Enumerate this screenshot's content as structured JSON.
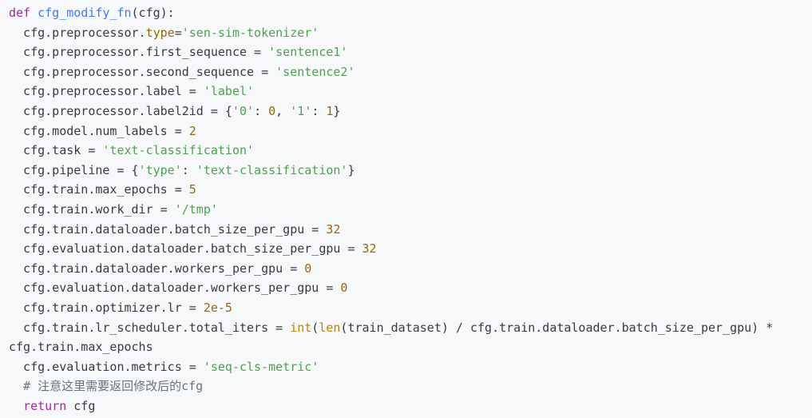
{
  "code": {
    "lines": [
      [
        {
          "t": "def ",
          "c": "kw"
        },
        {
          "t": "cfg_modify_fn",
          "c": "fn"
        },
        {
          "t": "(cfg):",
          "c": "plain"
        }
      ],
      [
        {
          "t": "  cfg.preprocessor.",
          "c": "plain"
        },
        {
          "t": "type",
          "c": "attr"
        },
        {
          "t": "=",
          "c": "plain"
        },
        {
          "t": "'sen-sim-tokenizer'",
          "c": "str"
        }
      ],
      [
        {
          "t": "  cfg.preprocessor.first_sequence = ",
          "c": "plain"
        },
        {
          "t": "'sentence1'",
          "c": "str"
        }
      ],
      [
        {
          "t": "  cfg.preprocessor.second_sequence = ",
          "c": "plain"
        },
        {
          "t": "'sentence2'",
          "c": "str"
        }
      ],
      [
        {
          "t": "  cfg.preprocessor.label = ",
          "c": "plain"
        },
        {
          "t": "'label'",
          "c": "str"
        }
      ],
      [
        {
          "t": "  cfg.preprocessor.label2id = {",
          "c": "plain"
        },
        {
          "t": "'0'",
          "c": "str"
        },
        {
          "t": ": ",
          "c": "plain"
        },
        {
          "t": "0",
          "c": "num"
        },
        {
          "t": ", ",
          "c": "plain"
        },
        {
          "t": "'1'",
          "c": "str"
        },
        {
          "t": ": ",
          "c": "plain"
        },
        {
          "t": "1",
          "c": "num"
        },
        {
          "t": "}",
          "c": "plain"
        }
      ],
      [
        {
          "t": "  cfg.model.num_labels = ",
          "c": "plain"
        },
        {
          "t": "2",
          "c": "num"
        }
      ],
      [
        {
          "t": "  cfg.task = ",
          "c": "plain"
        },
        {
          "t": "'text-classification'",
          "c": "str"
        }
      ],
      [
        {
          "t": "  cfg.pipeline = {",
          "c": "plain"
        },
        {
          "t": "'type'",
          "c": "str"
        },
        {
          "t": ": ",
          "c": "plain"
        },
        {
          "t": "'text-classification'",
          "c": "str"
        },
        {
          "t": "}",
          "c": "plain"
        }
      ],
      [
        {
          "t": "  cfg.train.max_epochs = ",
          "c": "plain"
        },
        {
          "t": "5",
          "c": "num"
        }
      ],
      [
        {
          "t": "  cfg.train.work_dir = ",
          "c": "plain"
        },
        {
          "t": "'/tmp'",
          "c": "str"
        }
      ],
      [
        {
          "t": "  cfg.train.dataloader.batch_size_per_gpu = ",
          "c": "plain"
        },
        {
          "t": "32",
          "c": "num"
        }
      ],
      [
        {
          "t": "  cfg.evaluation.dataloader.batch_size_per_gpu = ",
          "c": "plain"
        },
        {
          "t": "32",
          "c": "num"
        }
      ],
      [
        {
          "t": "  cfg.train.dataloader.workers_per_gpu = ",
          "c": "plain"
        },
        {
          "t": "0",
          "c": "num"
        }
      ],
      [
        {
          "t": "  cfg.evaluation.dataloader.workers_per_gpu = ",
          "c": "plain"
        },
        {
          "t": "0",
          "c": "num"
        }
      ],
      [
        {
          "t": "  cfg.train.optimizer.lr = ",
          "c": "plain"
        },
        {
          "t": "2e-5",
          "c": "num"
        }
      ],
      [
        {
          "t": "  cfg.train.lr_scheduler.total_iters = ",
          "c": "plain"
        },
        {
          "t": "int",
          "c": "bi"
        },
        {
          "t": "(",
          "c": "plain"
        },
        {
          "t": "len",
          "c": "bi"
        },
        {
          "t": "(train_dataset) / cfg.train.dataloader.batch_size_per_gpu) *",
          "c": "plain"
        }
      ],
      [
        {
          "t": "cfg.train.max_epochs",
          "c": "plain"
        }
      ],
      [
        {
          "t": "  cfg.evaluation.metrics = ",
          "c": "plain"
        },
        {
          "t": "'seq-cls-metric'",
          "c": "str"
        }
      ],
      [
        {
          "t": "  # 注意这里需要返回修改后的cfg",
          "c": "cm"
        }
      ],
      [
        {
          "t": "  ",
          "c": "plain"
        },
        {
          "t": "return",
          "c": "kw"
        },
        {
          "t": " cfg",
          "c": "plain"
        }
      ]
    ]
  },
  "colors": {
    "background": "#f6f8fa",
    "keyword": "#a626a4",
    "function": "#4078f2",
    "string": "#50a14f",
    "number": "#986801",
    "comment": "#6a737d",
    "builtin": "#c18401",
    "text": "#383a42"
  }
}
